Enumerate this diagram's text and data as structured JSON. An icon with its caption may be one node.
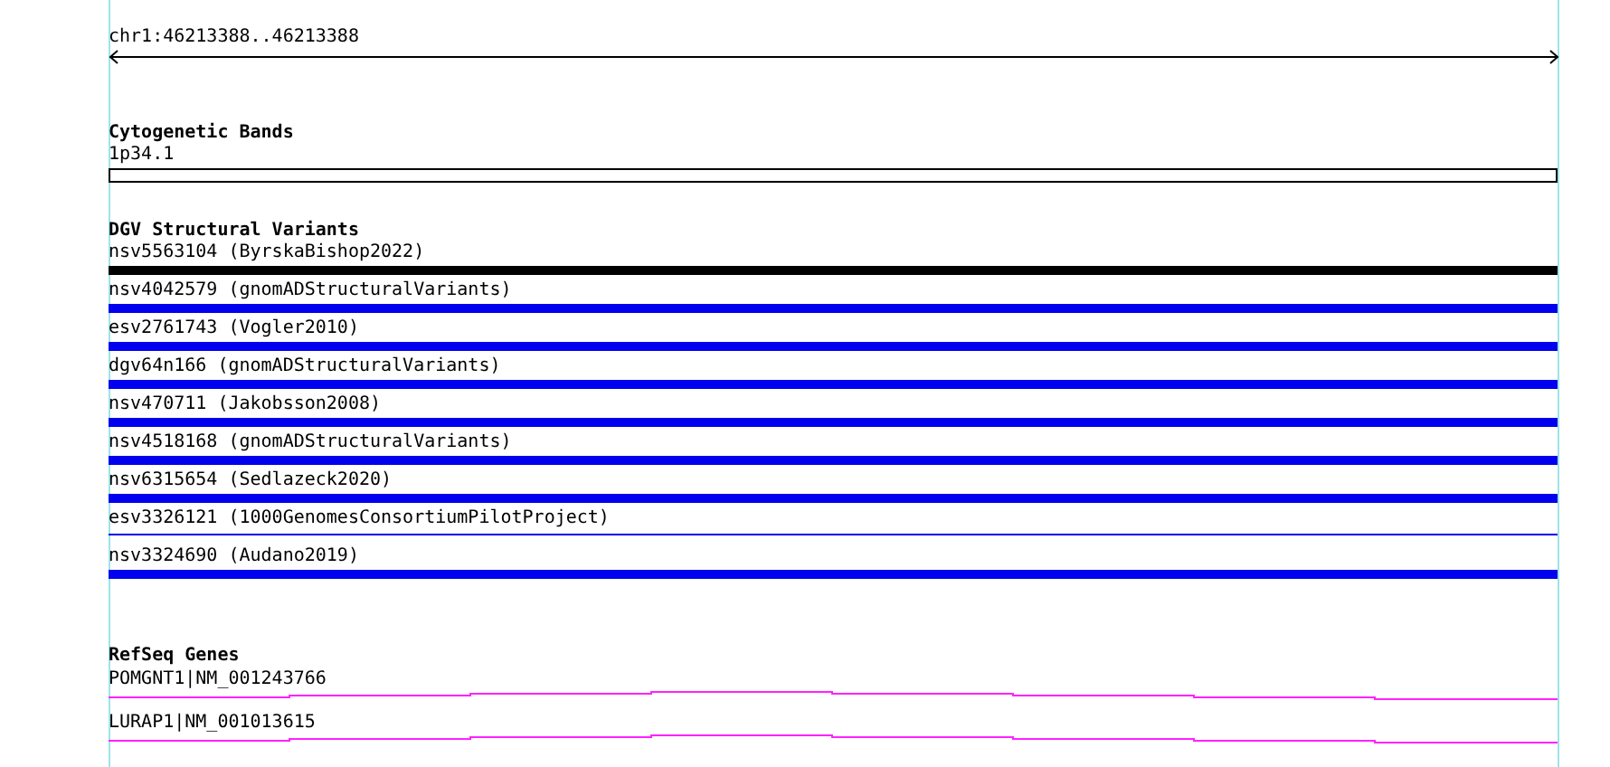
{
  "diagram": {
    "nodes": [
      {
        "text": [
          "1p34.1"
        ]
      },
      {
        "text": [
          "nsv5563104 (ByrskaBishop2022)"
        ]
      },
      {
        "text": [
          "nsv4042579 (gnomADStructuralVariants)"
        ]
      },
      {
        "text": [
          "esv2761743 (Vogler2010)"
        ]
      },
      {
        "text": [
          "dgv64n166 (gnomADStructuralVariants)"
        ]
      },
      {
        "text": [
          "nsv470711 (Jakobsson2008)"
        ]
      },
      {
        "text": [
          "nsv4518168 (gnomADStructuralVariants)"
        ]
      },
      {
        "text": [
          "nsv6315654 (Sedlazeck2020)"
        ]
      },
      {
        "text": [
          "esv3326121 (1000GenomesConsortiumPilotProject)"
        ]
      },
      {
        "text": [
          "nsv3324690 (Audano2019)"
        ]
      },
      {
        "text": [
          "POMGNT1|NM_001243766"
        ]
      },
      {
        "text": [
          "LURAP1|NM_001013615"
        ]
      }
    ],
    "edges": [],
    "labels": [
      "chr1:46213388..46213388",
      "Cytogenetic Bands",
      "DGV Structural Variants",
      "RefSeq Genes"
    ]
  }
}
